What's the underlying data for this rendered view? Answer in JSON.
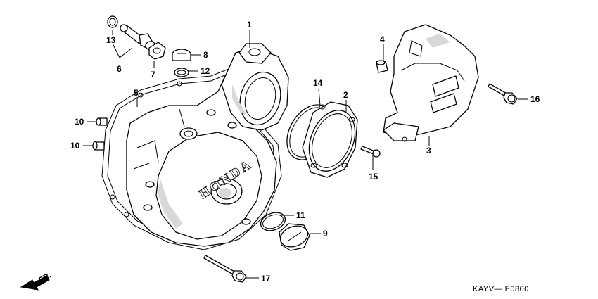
{
  "labels": {
    "p1": "1",
    "p2": "2",
    "p3": "3",
    "p4": "4",
    "p5": "5",
    "p6": "6",
    "p7": "7",
    "p8": "8",
    "p9": "9",
    "p10a": "10",
    "p10b": "10",
    "p11": "11",
    "p12": "12",
    "p13": "13",
    "p14": "14",
    "p15": "15",
    "p16": "16",
    "p17": "17"
  },
  "brand_text": "HONDA",
  "direction_label": "FR.",
  "diagram_code": "KAYV— E0800"
}
